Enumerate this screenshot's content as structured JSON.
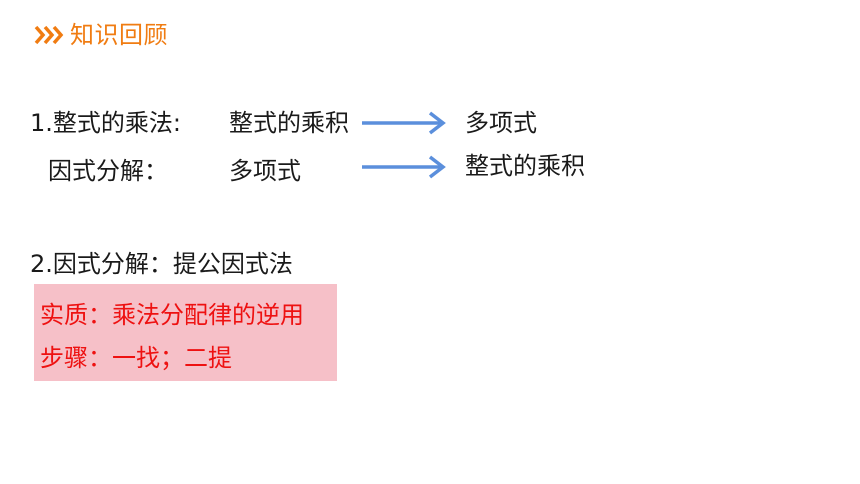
{
  "header": {
    "icon": "triple-chevron-right-icon",
    "title": "知识回顾",
    "accent_color": "#f07c12"
  },
  "section1": {
    "row1": {
      "label": "1.整式的乘法:",
      "from": "整式的乘积",
      "to": "多项式"
    },
    "row2": {
      "label": "因式分解：",
      "from": "多项式",
      "to": "整式的乘积"
    },
    "arrow_color": "#5b8fdc"
  },
  "section2": {
    "title": "2.因式分解：提公因式法",
    "highlight": {
      "line1": "实质：乘法分配律的逆用",
      "line2": "步骤：一找；二提",
      "bg_color": "#f6c0c8",
      "text_color": "#ee1111"
    }
  }
}
